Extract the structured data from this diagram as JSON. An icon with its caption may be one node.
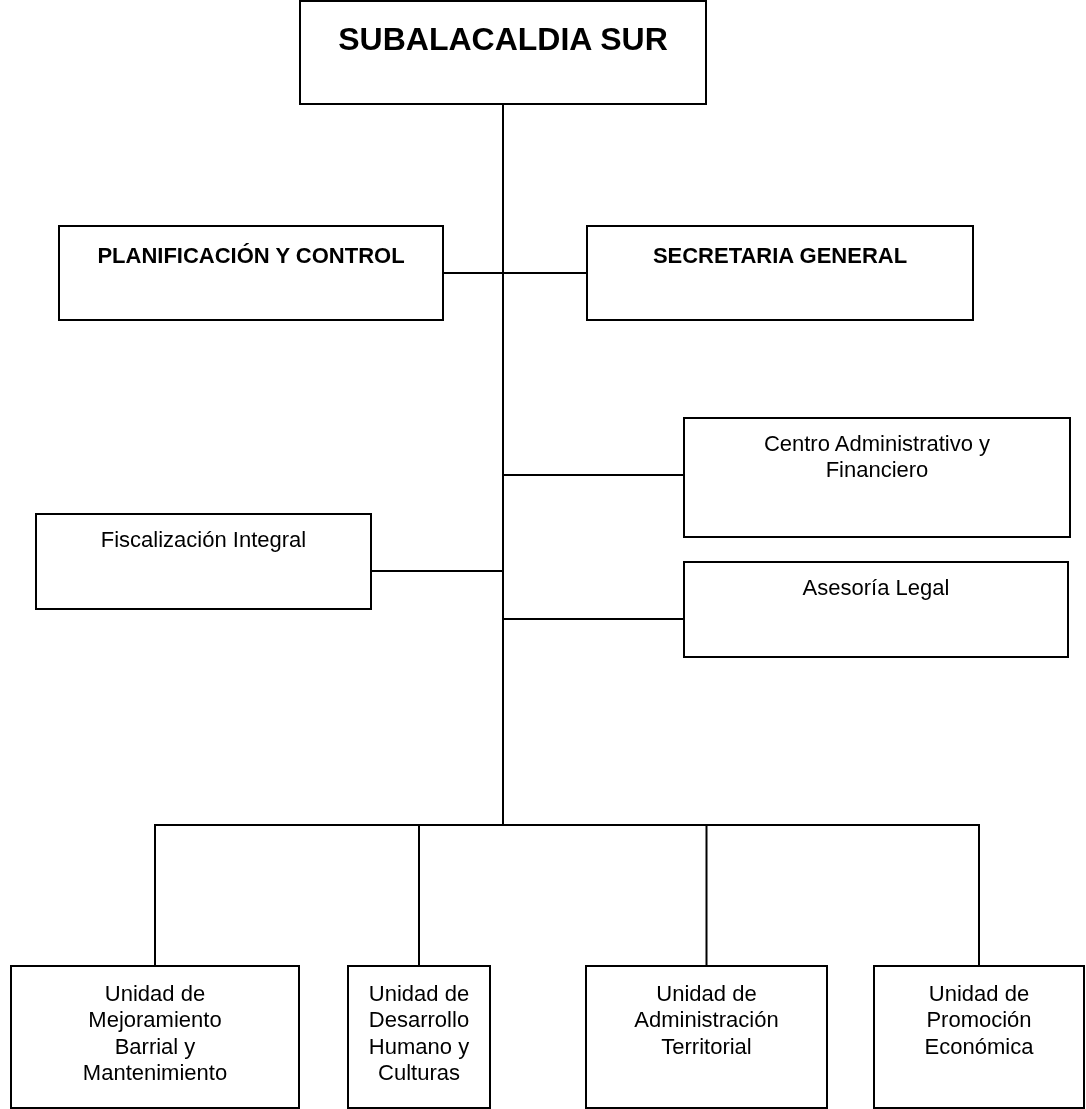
{
  "diagram": {
    "nodes": [
      {
        "text": [
          "SUBALACALDIA SUR"
        ]
      },
      {
        "text": [
          "PLANIFICACIÓN Y CONTROL"
        ]
      },
      {
        "text": [
          "SECRETARIA GENERAL"
        ]
      },
      {
        "text": [
          "Centro Administrativo y Financiero"
        ]
      },
      {
        "text": [
          "Fiscalización Integral"
        ]
      },
      {
        "text": [
          "Asesoría Legal"
        ]
      },
      {
        "text": [
          "Unidad de Mejoramiento Barrial y Mantenimiento"
        ]
      },
      {
        "text": [
          "Unidad de Desarrollo Humano y Culturas"
        ]
      },
      {
        "text": [
          "Unidad de Administración Territorial"
        ]
      },
      {
        "text": [
          "Unidad de Promoción Económica"
        ]
      }
    ],
    "edges": [
      {
        "from": 0,
        "to": 1,
        "arrow": "none"
      },
      {
        "from": 0,
        "to": 2,
        "arrow": "none"
      },
      {
        "from": 0,
        "to": 3,
        "arrow": "none"
      },
      {
        "from": 0,
        "to": 4,
        "arrow": "none"
      },
      {
        "from": 0,
        "to": 5,
        "arrow": "none"
      },
      {
        "from": 0,
        "to": 6,
        "arrow": "none"
      },
      {
        "from": 0,
        "to": 7,
        "arrow": "none"
      },
      {
        "from": 0,
        "to": 8,
        "arrow": "none"
      },
      {
        "from": 0,
        "to": 9,
        "arrow": "none"
      }
    ]
  }
}
